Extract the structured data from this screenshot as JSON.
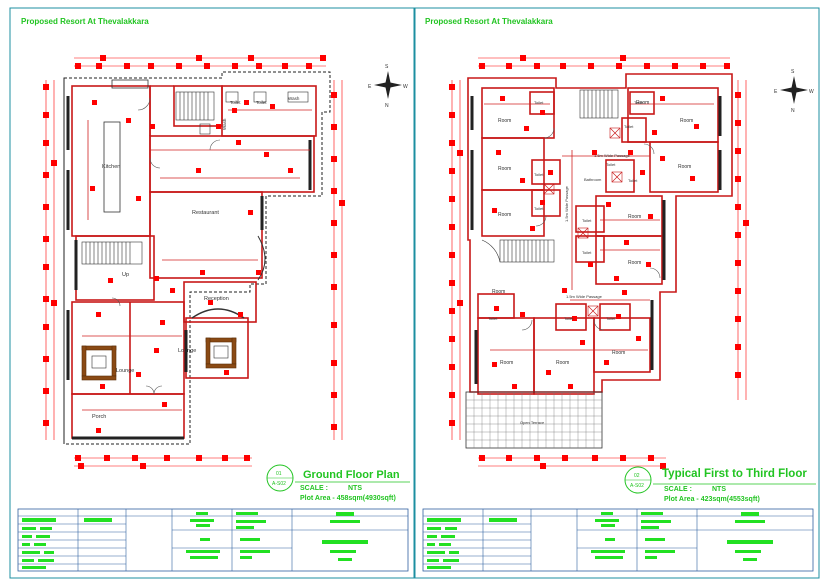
{
  "sheet_left": {
    "project_title": "Proposed Resort At Thevalakkara",
    "plan_title": "Ground Floor Plan",
    "scale_label": "SCALE :",
    "scale_value": "NTS",
    "plot_area": "Plot Area - 458sqm(4930sqft)",
    "drawing_ref_top": "01",
    "drawing_ref_bottom": "A-S02",
    "rooms": [
      "Kitchen",
      "Restaurant",
      "Up",
      "Reception",
      "Lounge",
      "Lounge",
      "Porch",
      "Toilet",
      "Toilet",
      "Wash",
      "Wash"
    ]
  },
  "sheet_right": {
    "project_title": "Proposed Resort At Thevalakkara",
    "plan_title": "Typical First to Third Floor",
    "scale_label": "SCALE :",
    "scale_value": "NTS",
    "plot_area": "Plot Area - 423sqm(4553sqft)",
    "drawing_ref_top": "02",
    "drawing_ref_bottom": "A-S02",
    "rooms": [
      "Room",
      "Room",
      "Room",
      "Room",
      "Room",
      "Room",
      "Room",
      "Room",
      "Room",
      "Room",
      "Room",
      "Room",
      "Toilet",
      "Toilet",
      "Toilet",
      "Toilet",
      "Toilet",
      "Toilet",
      "Toilet",
      "Toilet",
      "Toilet",
      "Toilet",
      "Toilet",
      "Toilet"
    ],
    "passage_top": "1.5m Wide Passage",
    "passage_vertical": "1.5m Wide Passage",
    "passage_bottom": "1.5m Wide Passage",
    "terrace": "Open Terrace",
    "split_toilet": "Bathroom"
  },
  "compass": {
    "north": "N",
    "east": "E",
    "west": "W",
    "south": "S"
  },
  "colors": {
    "wall": "#c81818",
    "dim": "#ff0000",
    "text_green": "#22c422",
    "frame": "#1c8fa0",
    "furniture": "#8a4a14",
    "dark": "#222222"
  }
}
